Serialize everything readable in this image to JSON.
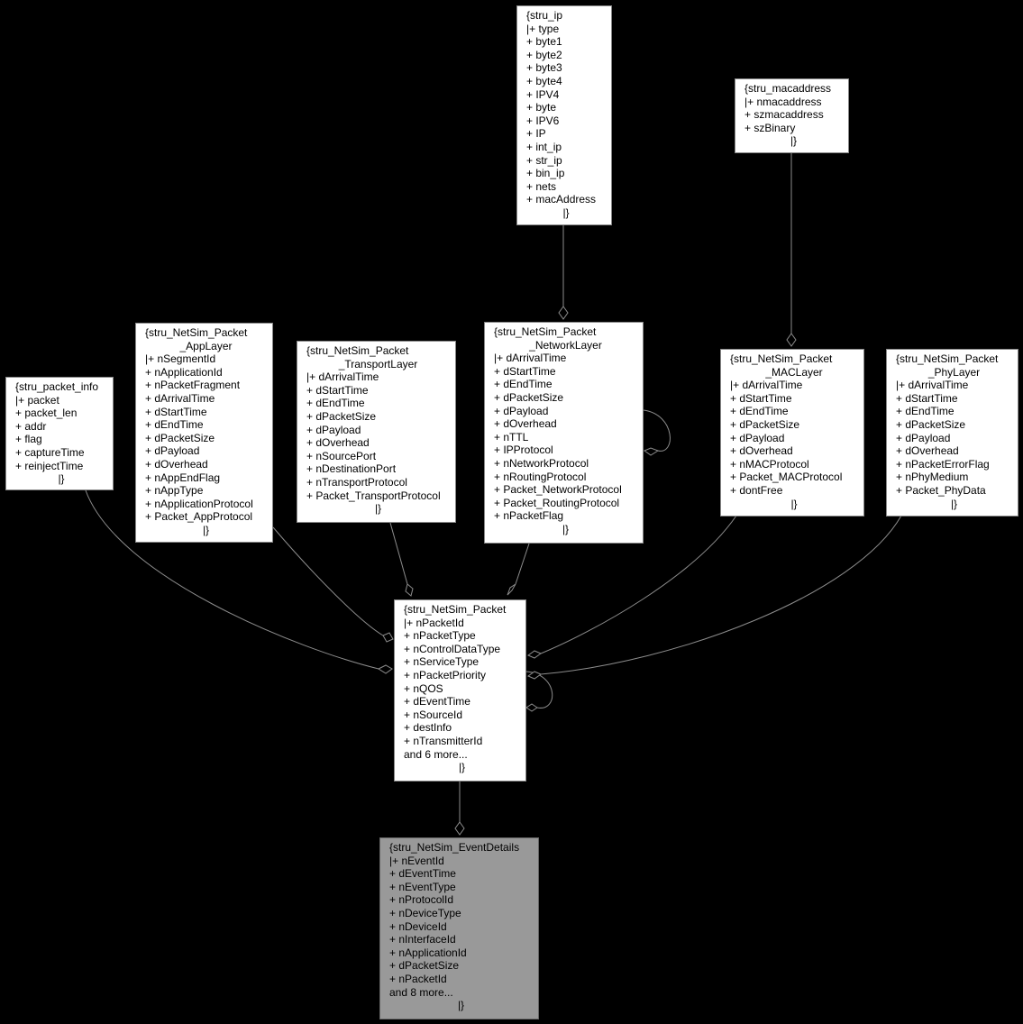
{
  "nodes": {
    "ip": {
      "title": "{stru_ip",
      "title2": "",
      "members": [
        "|+ type",
        "+ byte1",
        "+ byte2",
        "+ byte3",
        "+ byte4",
        "+ IPV4",
        "+ byte",
        "+ IPV6",
        "+ IP",
        "+ int_ip",
        "+ str_ip",
        "+ bin_ip",
        "+ nets",
        "+ macAddress"
      ],
      "close": "|}"
    },
    "mac": {
      "title": "{stru_macaddress",
      "title2": "",
      "members": [
        "|+ nmacaddress",
        "+ szmacaddress",
        "+ szBinary"
      ],
      "close": "|}"
    },
    "pinfo": {
      "title": "{stru_packet_info",
      "title2": "",
      "members": [
        "|+ packet",
        "+ packet_len",
        "+ addr",
        "+ flag",
        "+ captureTime",
        "+ reinjectTime"
      ],
      "close": "|}"
    },
    "app": {
      "title": "{stru_NetSim_Packet",
      "title2": "_AppLayer",
      "members": [
        "|+ nSegmentId",
        "+ nApplicationId",
        "+ nPacketFragment",
        "+ dArrivalTime",
        "+ dStartTime",
        "+ dEndTime",
        "+ dPacketSize",
        "+ dPayload",
        "+ dOverhead",
        "+ nAppEndFlag",
        "+ nAppType",
        "+ nApplicationProtocol",
        "+ Packet_AppProtocol"
      ],
      "close": "|}"
    },
    "trans": {
      "title": "{stru_NetSim_Packet",
      "title2": "_TransportLayer",
      "members": [
        "|+ dArrivalTime",
        "+ dStartTime",
        "+ dEndTime",
        "+ dPacketSize",
        "+ dPayload",
        "+ dOverhead",
        "+ nSourcePort",
        "+ nDestinationPort",
        "+ nTransportProtocol",
        "+ Packet_TransportProtocol"
      ],
      "close": "|}"
    },
    "net": {
      "title": "{stru_NetSim_Packet",
      "title2": "_NetworkLayer",
      "members": [
        "|+ dArrivalTime",
        "+ dStartTime",
        "+ dEndTime",
        "+ dPacketSize",
        "+ dPayload",
        "+ dOverhead",
        "+ nTTL",
        "+ IPProtocol",
        "+ nNetworkProtocol",
        "+ nRoutingProtocol",
        "+ Packet_NetworkProtocol",
        "+ Packet_RoutingProtocol",
        "+ nPacketFlag"
      ],
      "close": "|}"
    },
    "maclayer": {
      "title": "{stru_NetSim_Packet",
      "title2": "_MACLayer",
      "members": [
        "|+ dArrivalTime",
        "+ dStartTime",
        "+ dEndTime",
        "+ dPacketSize",
        "+ dPayload",
        "+ dOverhead",
        "+ nMACProtocol",
        "+ Packet_MACProtocol",
        "+ dontFree"
      ],
      "close": "|}"
    },
    "phy": {
      "title": "{stru_NetSim_Packet",
      "title2": "_PhyLayer",
      "members": [
        "|+ dArrivalTime",
        "+ dStartTime",
        "+ dEndTime",
        "+ dPacketSize",
        "+ dPayload",
        "+ dOverhead",
        "+ nPacketErrorFlag",
        "+ nPhyMedium",
        "+ Packet_PhyData"
      ],
      "close": "|}"
    },
    "packet": {
      "title": "{stru_NetSim_Packet",
      "title2": "",
      "members": [
        "|+ nPacketId",
        "+ nPacketType",
        "+ nControlDataType",
        "+ nServiceType",
        "+ nPacketPriority",
        "+ nQOS",
        "+ dEventTime",
        "+ nSourceId",
        "+ destInfo",
        "+ nTransmitterId",
        "and 6 more..."
      ],
      "close": "|}"
    },
    "event": {
      "title": "{stru_NetSim_EventDetails",
      "title2": "",
      "members": [
        "|+ nEventId",
        "+ dEventTime",
        "+ nEventType",
        "+ nProtocolId",
        "+ nDeviceType",
        "+ nDeviceId",
        "+ nInterfaceId",
        "+ nApplicationId",
        "+ dPacketSize",
        "+ nPacketId",
        "and 8 more..."
      ],
      "close": "|}"
    }
  }
}
